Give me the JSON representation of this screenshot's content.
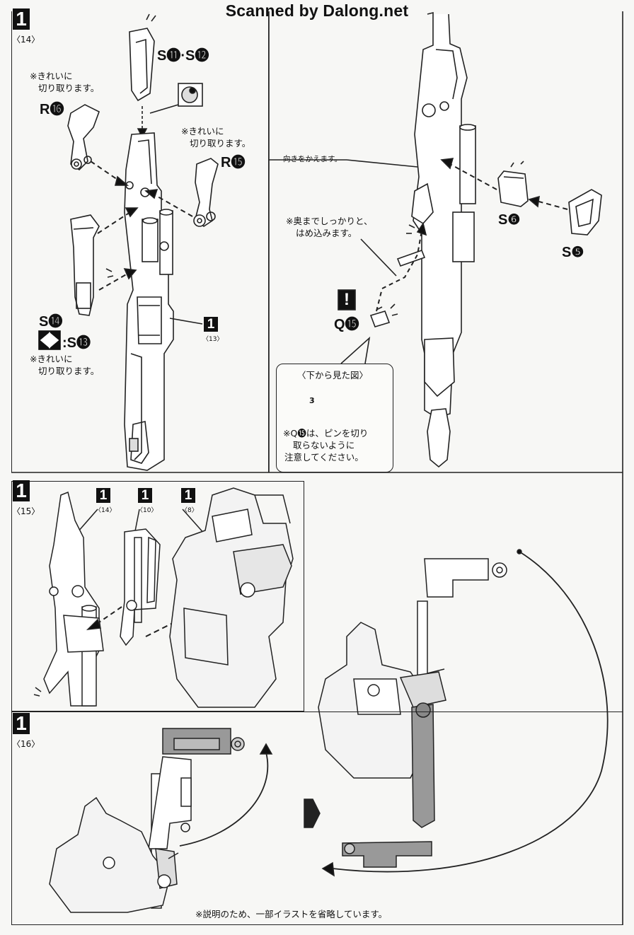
{
  "watermark": "Scanned by Dalong.net",
  "step14": {
    "number": "1",
    "sub": "〈14〉",
    "label_s11_s12": "S⓫·S⓬",
    "label_r16": "R⓰",
    "label_r15": "R⓯",
    "label_s14": "S⓮",
    "label_s13": ":S⓭",
    "note_r16": [
      "※きれいに",
      "切り取ります。"
    ],
    "note_r15": [
      "※きれいに",
      "切り取ります。"
    ],
    "note_s13": [
      "※きれいに",
      "切り取ります。"
    ],
    "ref_num": "1",
    "ref_sub": "〈13〉"
  },
  "step_right": {
    "turn_note": "向きをかえます。",
    "press_note": [
      "※奥までしっかりと、",
      "はめ込みます。"
    ],
    "label_s6": "S❻",
    "label_s5": "S❺",
    "label_q15": "Q⓯",
    "warning_mark": "!",
    "bottom_view_title": "〈下から見た図〉",
    "bottom_view_ref": "3",
    "pin_note": [
      "※Q⓯は、ピンを切り",
      "取らないように",
      "注意してください。"
    ]
  },
  "step15": {
    "number": "1",
    "sub": "〈15〉",
    "refs": [
      {
        "num": "1",
        "sub": "〈14〉"
      },
      {
        "num": "1",
        "sub": "〈10〉"
      },
      {
        "num": "1",
        "sub": "〈8〉"
      }
    ]
  },
  "step16": {
    "number": "1",
    "sub": "〈16〉",
    "omission_note": "※説明のため、一部イラストを省略しています。"
  }
}
